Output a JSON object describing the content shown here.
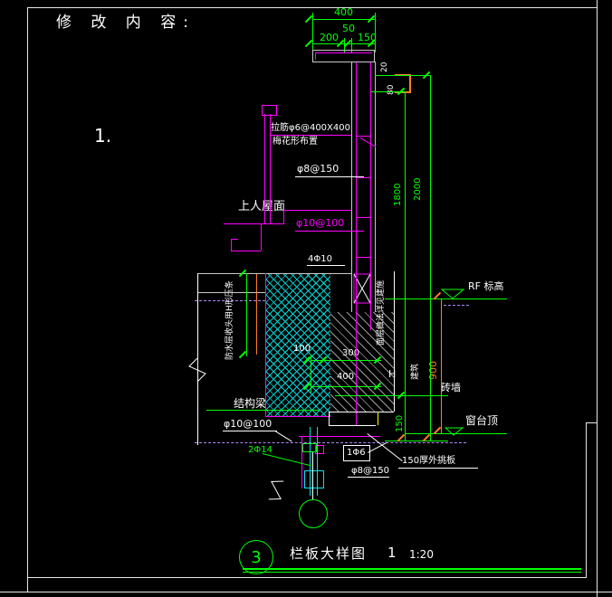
{
  "header": {
    "mod_title": "修 改 内 容:",
    "item_no": "1."
  },
  "dims": {
    "top_total": "400",
    "top_mid": "50",
    "top_left": "200",
    "top_right": "150",
    "cap_20": "20",
    "cap_80": "80",
    "right_1800": "1800",
    "right_2000": "2000",
    "right_900": "900",
    "right_150": "150",
    "inner_100": "100",
    "inner_300": "300",
    "inner_400": "400",
    "height_h": "H"
  },
  "annotations": {
    "tie_bar": "拉筋φ6@400X400",
    "tie_layout": "梅花形布置",
    "bar_phi8_150": "φ8@150",
    "roof_access": "上人屋面",
    "bar_phi10_100": "φ10@100",
    "bar_4phi10": "4Φ10",
    "note_waterproof": "防水层收头用H形压条",
    "note_finish": "面层做法详见建施",
    "level_rf": "RF 标高",
    "wall_brick": "砖墙",
    "arch": "建筑",
    "level_sill": "窗台顶",
    "beam": "结构梁",
    "beam_bar": "φ10@100",
    "bar_2phi14": "2Φ14",
    "bar_1phi6": "1Φ6",
    "bar_phi8_150_b": "φ8@150",
    "slab_note": "150厚外挑板"
  },
  "title_block": {
    "detail_no": "3",
    "title": "栏板大样图",
    "sheet_no": "1",
    "scale": "1:20"
  },
  "colors": {
    "dimension": "#00ff00",
    "rebar": "#ff00ff",
    "hatch_insulation": "#00d5d5",
    "structure": "#c8c8c8",
    "level_dim": "#ff7f27",
    "axis": "#b388ff",
    "background": "#000000",
    "text": "#ffffff"
  }
}
